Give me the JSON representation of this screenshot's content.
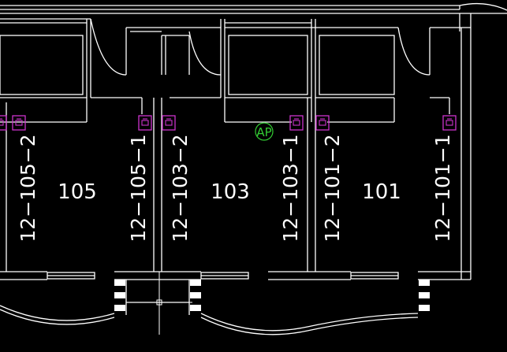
{
  "colors": {
    "background": "#000000",
    "wall": "#ffffff",
    "outlet": "#cc33cc",
    "access_point": "#33cc33",
    "crosshair": "#ffffff"
  },
  "rooms": [
    {
      "id": "105",
      "label": "105"
    },
    {
      "id": "103",
      "label": "103"
    },
    {
      "id": "101",
      "label": "101"
    }
  ],
  "ports": [
    {
      "id": "12-105-2",
      "label": "12−105−2"
    },
    {
      "id": "12-105-1",
      "label": "12−105−1"
    },
    {
      "id": "12-103-2",
      "label": "12−103−2"
    },
    {
      "id": "12-103-1",
      "label": "12−103−1"
    },
    {
      "id": "12-101-2",
      "label": "12−101−2"
    },
    {
      "id": "12-101-1",
      "label": "12−101−1"
    }
  ],
  "access_point": {
    "label": "AP",
    "icon": "access-point-icon"
  },
  "outlet_icon": "network-outlet-icon"
}
